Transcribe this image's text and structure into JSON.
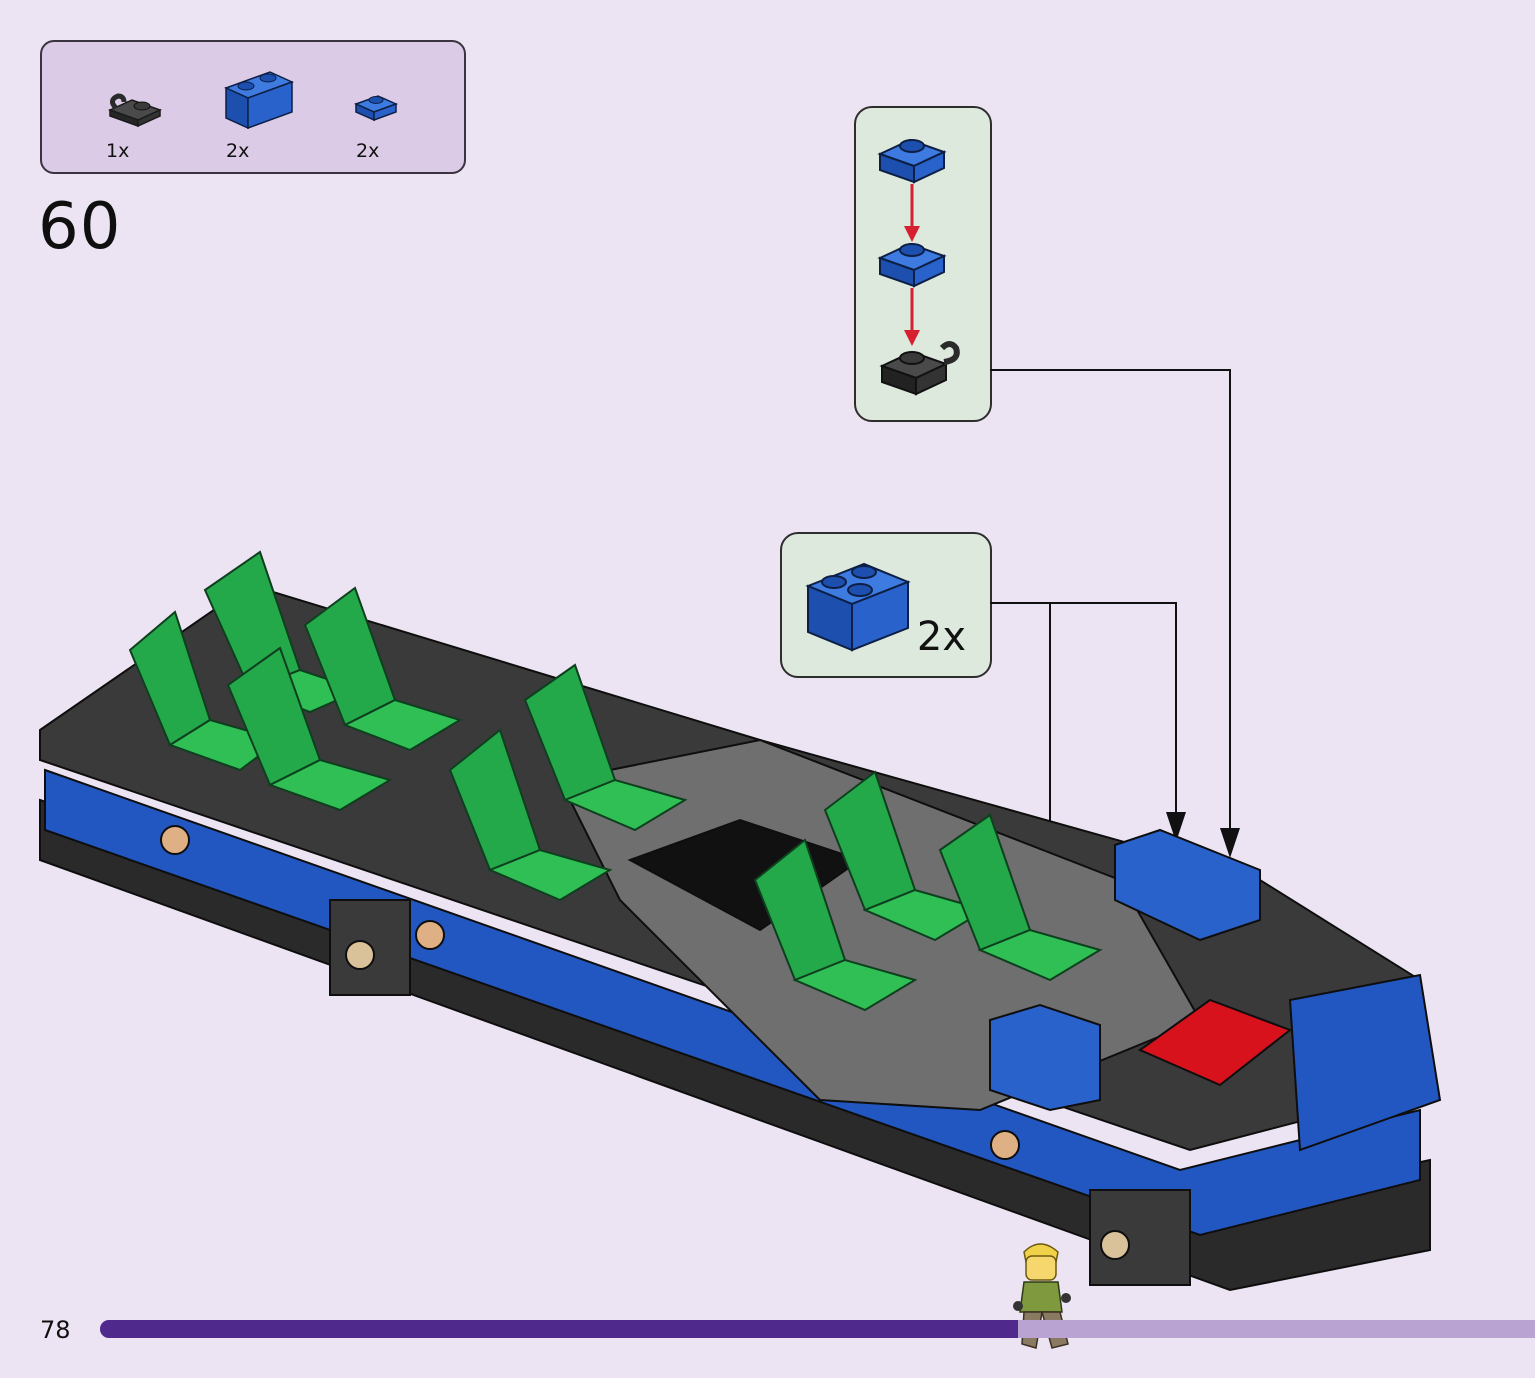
{
  "parts_list": {
    "items": [
      {
        "qty": "1x",
        "icon": "black-clip-plate-icon",
        "color": "#2b2b2b"
      },
      {
        "qty": "2x",
        "icon": "blue-brick-1x2-icon",
        "color": "#1f5fc8"
      },
      {
        "qty": "2x",
        "icon": "blue-plate-1x1-icon",
        "color": "#1f5fc8"
      }
    ]
  },
  "step": {
    "number": "60"
  },
  "callouts": {
    "bricks": {
      "qty": "2x"
    }
  },
  "colors": {
    "background": "#ece4f2",
    "brick_blue": "#1f5fc8",
    "seat_green": "#2fbf55",
    "studs_black": "#2a2a2a",
    "highlight_red": "#d8121c",
    "arrow_red": "#d62030",
    "progress_fill": "#4f2a8c",
    "progress_track": "#b9a3d2"
  },
  "footer": {
    "page_number": "78",
    "progress": 0.64
  }
}
